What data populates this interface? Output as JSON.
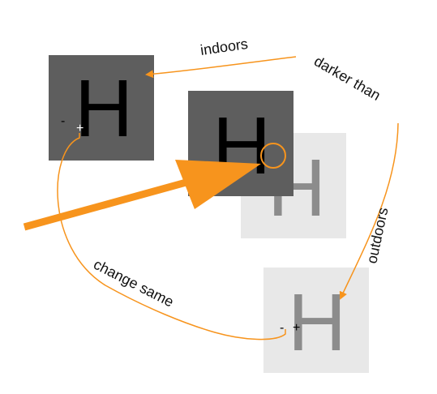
{
  "labels": {
    "indoors": "indoors",
    "darker_than": "darker than",
    "outdoors": "outdoors",
    "change_same": "change same"
  },
  "panels": {
    "indoor": {
      "letter": "H",
      "minus": "-",
      "plus": "+"
    },
    "center_dark": {
      "letter": "H"
    },
    "center_light": {
      "letter": "H"
    },
    "outdoor": {
      "letter": "H",
      "minus": "-",
      "plus": "+"
    }
  },
  "colors": {
    "dark_panel": "#5e5e5e",
    "light_panel": "#e8e8e8",
    "dark_letter": "#000000",
    "gray_letter": "#8c8c8c",
    "accent_orange": "#f7941d",
    "label_text": "#111111"
  }
}
